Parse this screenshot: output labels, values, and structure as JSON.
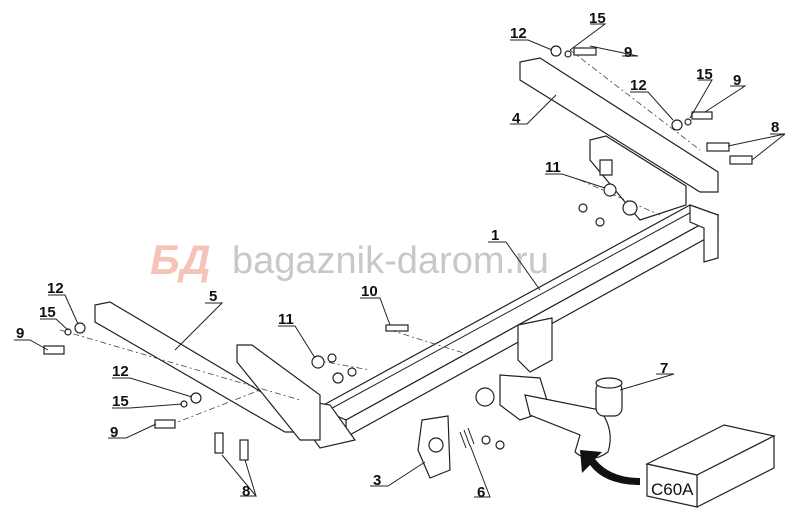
{
  "diagram": {
    "watermark": {
      "logo": "БД",
      "text": "bagaznik-darom.ru"
    },
    "part_labels": [
      "12",
      "15",
      "9",
      "12",
      "15",
      "9",
      "4",
      "8",
      "11",
      "1",
      "10",
      "5",
      "12",
      "15",
      "9",
      "11",
      "12",
      "15",
      "9",
      "8",
      "3",
      "6",
      "7"
    ],
    "kit_box_label": "C60A",
    "colors": {
      "lines": "#222222",
      "watermark_logo": "#f6c3b8",
      "watermark_text": "#c8c8c8"
    }
  }
}
